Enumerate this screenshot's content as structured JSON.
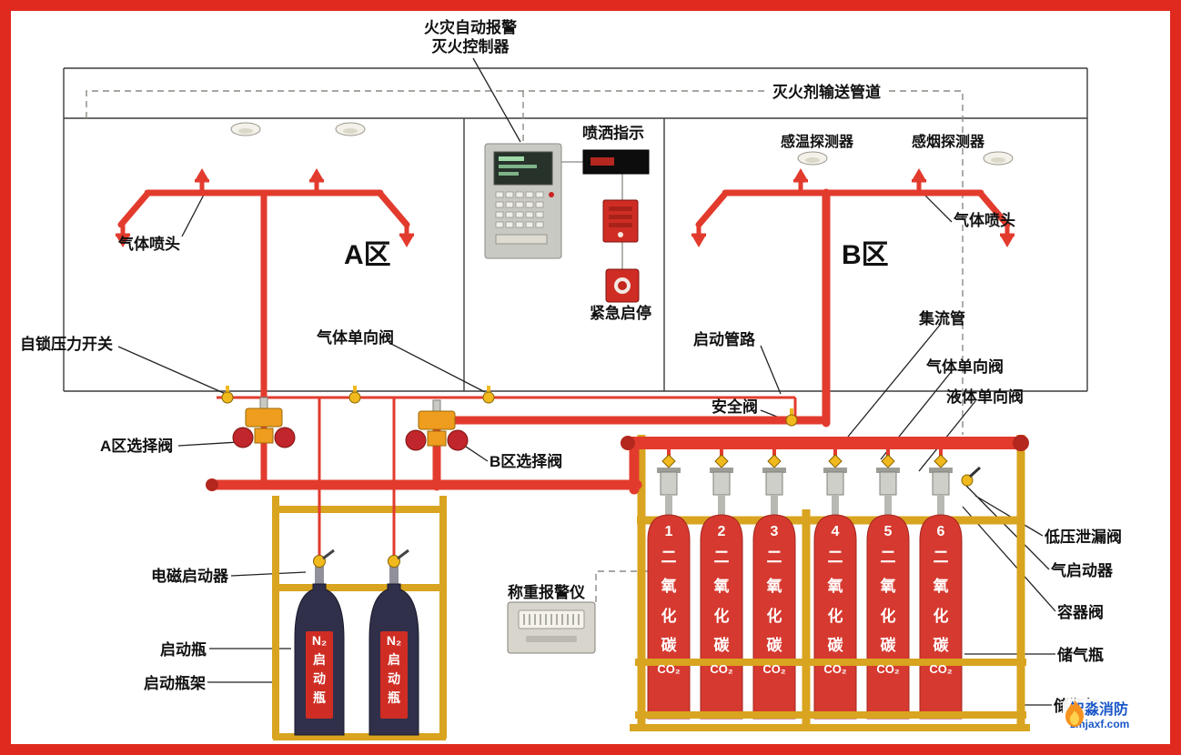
{
  "meta": {
    "colors": {
      "border_red": "#e02a20",
      "pipe_red": "#e23b2e",
      "cyl_red": "#d6392f",
      "n2_navy": "#30304a",
      "rack_gold": "#d9a41f",
      "valve_yellow": "#f0b91e",
      "valve_orange": "#ef9d1e",
      "alarm_red": "#cf2d24",
      "panel_gray": "#c9c9c3",
      "label_ink": "#111111",
      "watermark_blue": "#1a57c8",
      "flame_orange": "#f6921e"
    }
  },
  "labels": {
    "fire_controller": "火灾自动报警\n灭火控制器",
    "agent_pipeline": "灭火剂输送管道",
    "spray_indicator": "喷洒指示",
    "temp_detector": "感温探测器",
    "smoke_detector": "感烟探测器",
    "gas_nozzle_left": "气体喷头",
    "gas_nozzle_right": "气体喷头",
    "zone_a": "A区",
    "zone_b": "B区",
    "emergency_stop": "紧急启停",
    "self_locking_pressure_switch": "自锁压力开关",
    "gas_check_valve_left": "气体单向阀",
    "start_pipeline": "启动管路",
    "collecting_pipe": "集流管",
    "gas_check_valve_right": "气体单向阀",
    "liquid_check_valve": "液体单向阀",
    "safety_valve": "安全阀",
    "zone_a_selection_valve": "A区选择阀",
    "zone_b_selection_valve": "B区选择阀",
    "electromagnetic_starter": "电磁启动器",
    "start_bottle": "启动瓶",
    "start_bottle_rack": "启动瓶架",
    "weighing_alarm": "称重报警仪",
    "low_pressure_leak_valve": "低压泄漏阀",
    "gas_starter": "气启动器",
    "container_valve": "容器阀",
    "gas_storage_bottle": "储气瓶",
    "storage_bottle_rack": "储瓶架"
  },
  "n2_bottles": {
    "items": [
      {
        "text": "N₂\n启\n动\n瓶"
      },
      {
        "text": "N₂\n启\n动\n瓶"
      }
    ]
  },
  "co2_cylinders": {
    "items": [
      {
        "number": "1",
        "name": "二氧化碳",
        "formula": "CO₂"
      },
      {
        "number": "2",
        "name": "二氧化碳",
        "formula": "CO₂"
      },
      {
        "number": "3",
        "name": "二氧化碳",
        "formula": "CO₂"
      },
      {
        "number": "4",
        "name": "二氧化碳",
        "formula": "CO₂"
      },
      {
        "number": "5",
        "name": "二氧化碳",
        "formula": "CO₂"
      },
      {
        "number": "6",
        "name": "二氧化碳",
        "formula": "CO₂"
      }
    ]
  },
  "watermark": {
    "brand": "智淼消防",
    "site": "zmjaxf.com",
    "icon": "flame-icon"
  }
}
